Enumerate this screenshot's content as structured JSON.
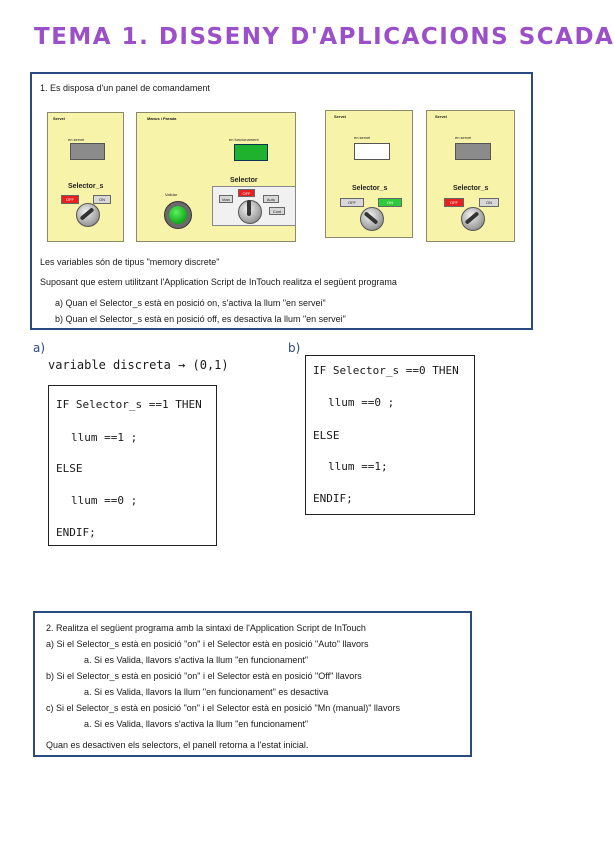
{
  "title": "TEMA 1. DISSENY D'APLICACIONS SCADA",
  "exercise1": {
    "heading": "1.   Es disposa d'un panel de comandament",
    "panels": {
      "p1": {
        "title": "Servei",
        "lamp_label": "en servei",
        "selector_label": "Selector_s",
        "btn_off": "OFF",
        "btn_on": "ON"
      },
      "p2": {
        "title": "Manus i Parada",
        "lamp_label": "en funcionament",
        "valid_label": "Validar",
        "selector_label": "Selector",
        "btn_man": "Man",
        "btn_off": "OFF",
        "btn_auto": "Auto",
        "btn_cont": "Cont"
      },
      "p3": {
        "title": "Servei",
        "lamp_label": "en servei",
        "selector_label": "Selector_s",
        "btn_off": "OFF",
        "btn_on": "ON"
      },
      "p4": {
        "title": "Servei",
        "lamp_label": "en servei",
        "selector_label": "Selector_s",
        "btn_off": "OFF",
        "btn_on": "ON"
      }
    },
    "line1": "Les variables són de tipus \"memory discrete\"",
    "line2": "Suposant que estem utilitzant l'Application Script de InTouch realitza el següent programa",
    "item_a": "a)    Quan el Selector_s està en posició on, s'activa la llum \"en servei\"",
    "item_b": "b)    Quan el Selector_s està en posició off, es desactiva la llum \"en servei\""
  },
  "handwritten": {
    "label_a": "a)",
    "label_b": "b)",
    "note": "variable discreta → (0,1)",
    "code_a": [
      "IF Selector_s ==1 THEN",
      "llum ==1 ;",
      "ELSE",
      "llum ==0 ;",
      "ENDIF;"
    ],
    "code_b": [
      "IF Selector_s ==0 THEN",
      "llum ==0 ;",
      "ELSE",
      "llum ==1;",
      "ENDIF;"
    ]
  },
  "exercise2": {
    "heading": "2.   Realitza el següent programa amb la sintaxi de l'Application Script de InTouch",
    "a": "a)   Si el Selector_s està en posició \"on\" i el Selector està en posició \"Auto\" llavors",
    "a_sub": "a.    Si es Valida, llavors s'activa la llum \"en funcionament\"",
    "b": "b)   Si el Selector_s està en posició \"on\" i el Selector està en posició \"Off\" llavors",
    "b_sub": "a.    Si es Valida, llavors la llum \"en funcionament\" es desactiva",
    "c": "c)   Si el Selector_s està en posició \"on\" i el Selector està en posició \"Mn (manual)\" llavors",
    "c_sub": "a.    Si es Valida, llavors s'activa la llum \"en funcionament\"",
    "footer": "Quan es desactiven els selectors, el panell retorna a l'estat inicial."
  }
}
